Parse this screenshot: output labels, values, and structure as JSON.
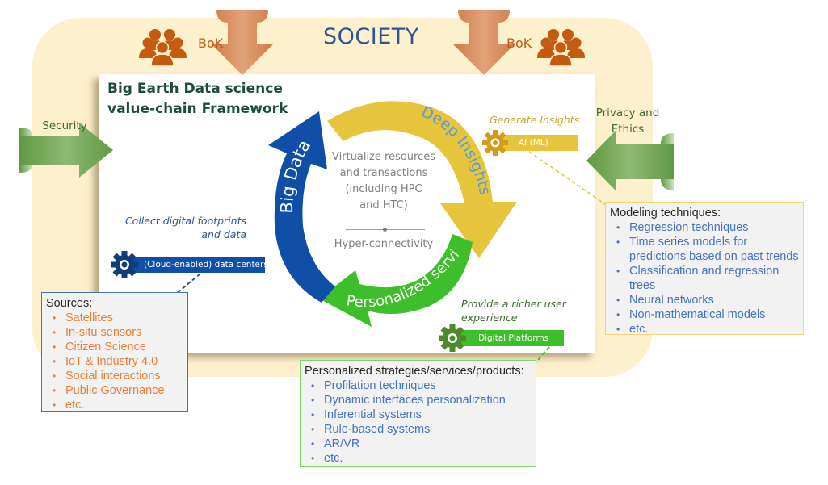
{
  "society": {
    "title": "SOCIETY",
    "bok_left": "BoK",
    "bok_right": "BoK",
    "security_label": "Security",
    "privacy_label_line1": "Privacy and",
    "privacy_label_line2": "Ethics"
  },
  "framework": {
    "title_line1": "Big Earth Data science",
    "title_line2": "value-chain Framework"
  },
  "cycle": {
    "big_data_label": "Big Data",
    "deep_insights_label": "Deep Insights",
    "personalized_label": "Personalized services",
    "center_lines": [
      "Virtualize resources",
      "and transactions",
      "(including HPC",
      "and HTC)"
    ],
    "hyper": "Hyper-connectivity"
  },
  "stages": {
    "collect": {
      "note_line1": "Collect digital footprints",
      "note_line2": "and data",
      "tool": "(Cloud-enabled)  data centers"
    },
    "generate": {
      "note": "Generate Insights",
      "tool": "AI (ML)"
    },
    "provide": {
      "note_line1": "Provide a richer user",
      "note_line2": "experience",
      "tool": "Digital Platforms"
    }
  },
  "callouts": {
    "sources": {
      "title": "Sources:",
      "items": [
        "Satellites",
        "In-situ sensors",
        "Citizen Science",
        "IoT & Industry 4.0",
        "Social interactions",
        "Public Governance",
        "etc."
      ]
    },
    "modeling": {
      "title": "Modeling techniques:",
      "items": [
        "Regression techniques",
        "Time series models for predictions based on past trends",
        "Classification and regression trees",
        "Neural networks",
        "Non-mathematical models",
        "etc."
      ]
    },
    "personalized": {
      "title": "Personalized strategies/services/products:",
      "items": [
        "Profilation techniques",
        "Dynamic interfaces personalization",
        "Inferential systems",
        "Rule-based systems",
        "AR/VR",
        "etc."
      ]
    }
  },
  "colors": {
    "society_band": "#fdf0cc",
    "big_data": "#0f4fa8",
    "deep_insights": "#e6c53c",
    "personalized": "#3cbf2a",
    "bok": "#c55a11",
    "security_arrow": "#6a9e4f"
  }
}
